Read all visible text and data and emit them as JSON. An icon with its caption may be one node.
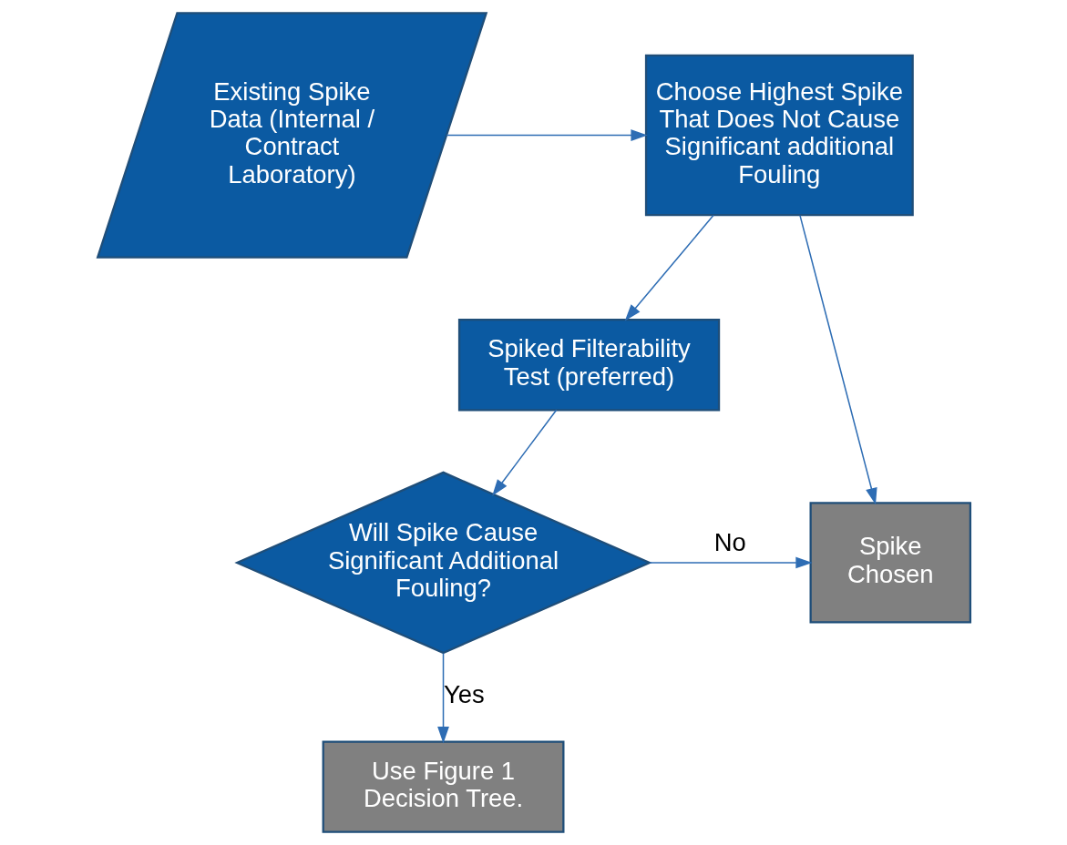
{
  "diagram": {
    "nodes": [
      {
        "text": [
          "Existing Spike Data (Internal / Contract Laboratory)"
        ]
      },
      {
        "text": [
          "Choose Highest Spike That Does Not Cause Significant additional Fouling"
        ]
      },
      {
        "text": [
          "Spiked Filterability Test (preferred)"
        ]
      },
      {
        "text": [
          "Will Spike Cause Significant Additional Fouling?"
        ]
      },
      {
        "text": [
          "Spike Chosen"
        ]
      },
      {
        "text": [
          "Use Figure 1 Decision Tree."
        ]
      }
    ],
    "edges": [
      {
        "from": 0,
        "to": 1,
        "arrow": "to"
      },
      {
        "from": 1,
        "to": 2,
        "arrow": "to"
      },
      {
        "from": 1,
        "to": 4,
        "arrow": "to"
      },
      {
        "from": 2,
        "to": 3,
        "arrow": "to"
      },
      {
        "from": 3,
        "to": 4,
        "arrow": "to",
        "label": "No"
      },
      {
        "from": 3,
        "to": 5,
        "arrow": "to",
        "label": "Yes"
      }
    ]
  }
}
